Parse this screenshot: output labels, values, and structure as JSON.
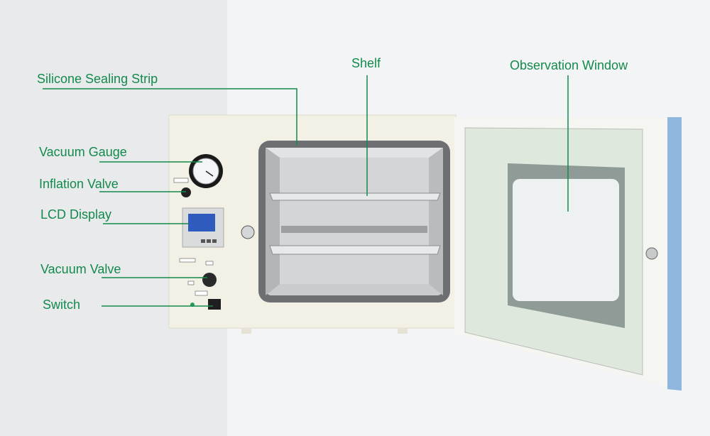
{
  "labels": {
    "silicone_sealing_strip": "Silicone Sealing Strip",
    "shelf": "Shelf",
    "observation_window": "Observation Window",
    "vacuum_gauge": "Vacuum Gauge",
    "inflation_valve": "Inflation Valve",
    "lcd_display": "LCD Display",
    "vacuum_valve": "Vacuum Valve",
    "switch": "Switch"
  },
  "colors": {
    "label_green": "#138a4c",
    "body_cream": "#f3f1e6",
    "door_blue": "#8fb6dd",
    "background": "#e9eaec"
  }
}
